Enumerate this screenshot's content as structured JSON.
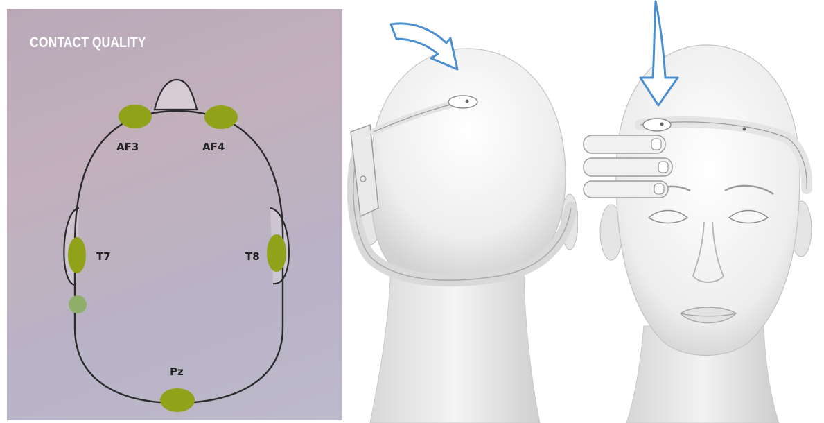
{
  "contact_quality": {
    "title": "CONTACT QUALITY",
    "good_color": "#8fa21a",
    "weak_color": "#8fb06a",
    "sensors": [
      {
        "id": "af3",
        "label": "AF3",
        "status": "good"
      },
      {
        "id": "af4",
        "label": "AF4",
        "status": "good"
      },
      {
        "id": "t7",
        "label": "T7",
        "status": "good"
      },
      {
        "id": "t8",
        "label": "T8",
        "status": "good"
      },
      {
        "id": "pz",
        "label": "Pz",
        "status": "good"
      },
      {
        "id": "reference",
        "label": "",
        "status": "weak"
      }
    ]
  },
  "illustrations": {
    "arrow_color": "#4a8fd0",
    "back_view_arrow": "curved-arrow-icon",
    "front_view_arrow": "down-arrow-icon"
  }
}
